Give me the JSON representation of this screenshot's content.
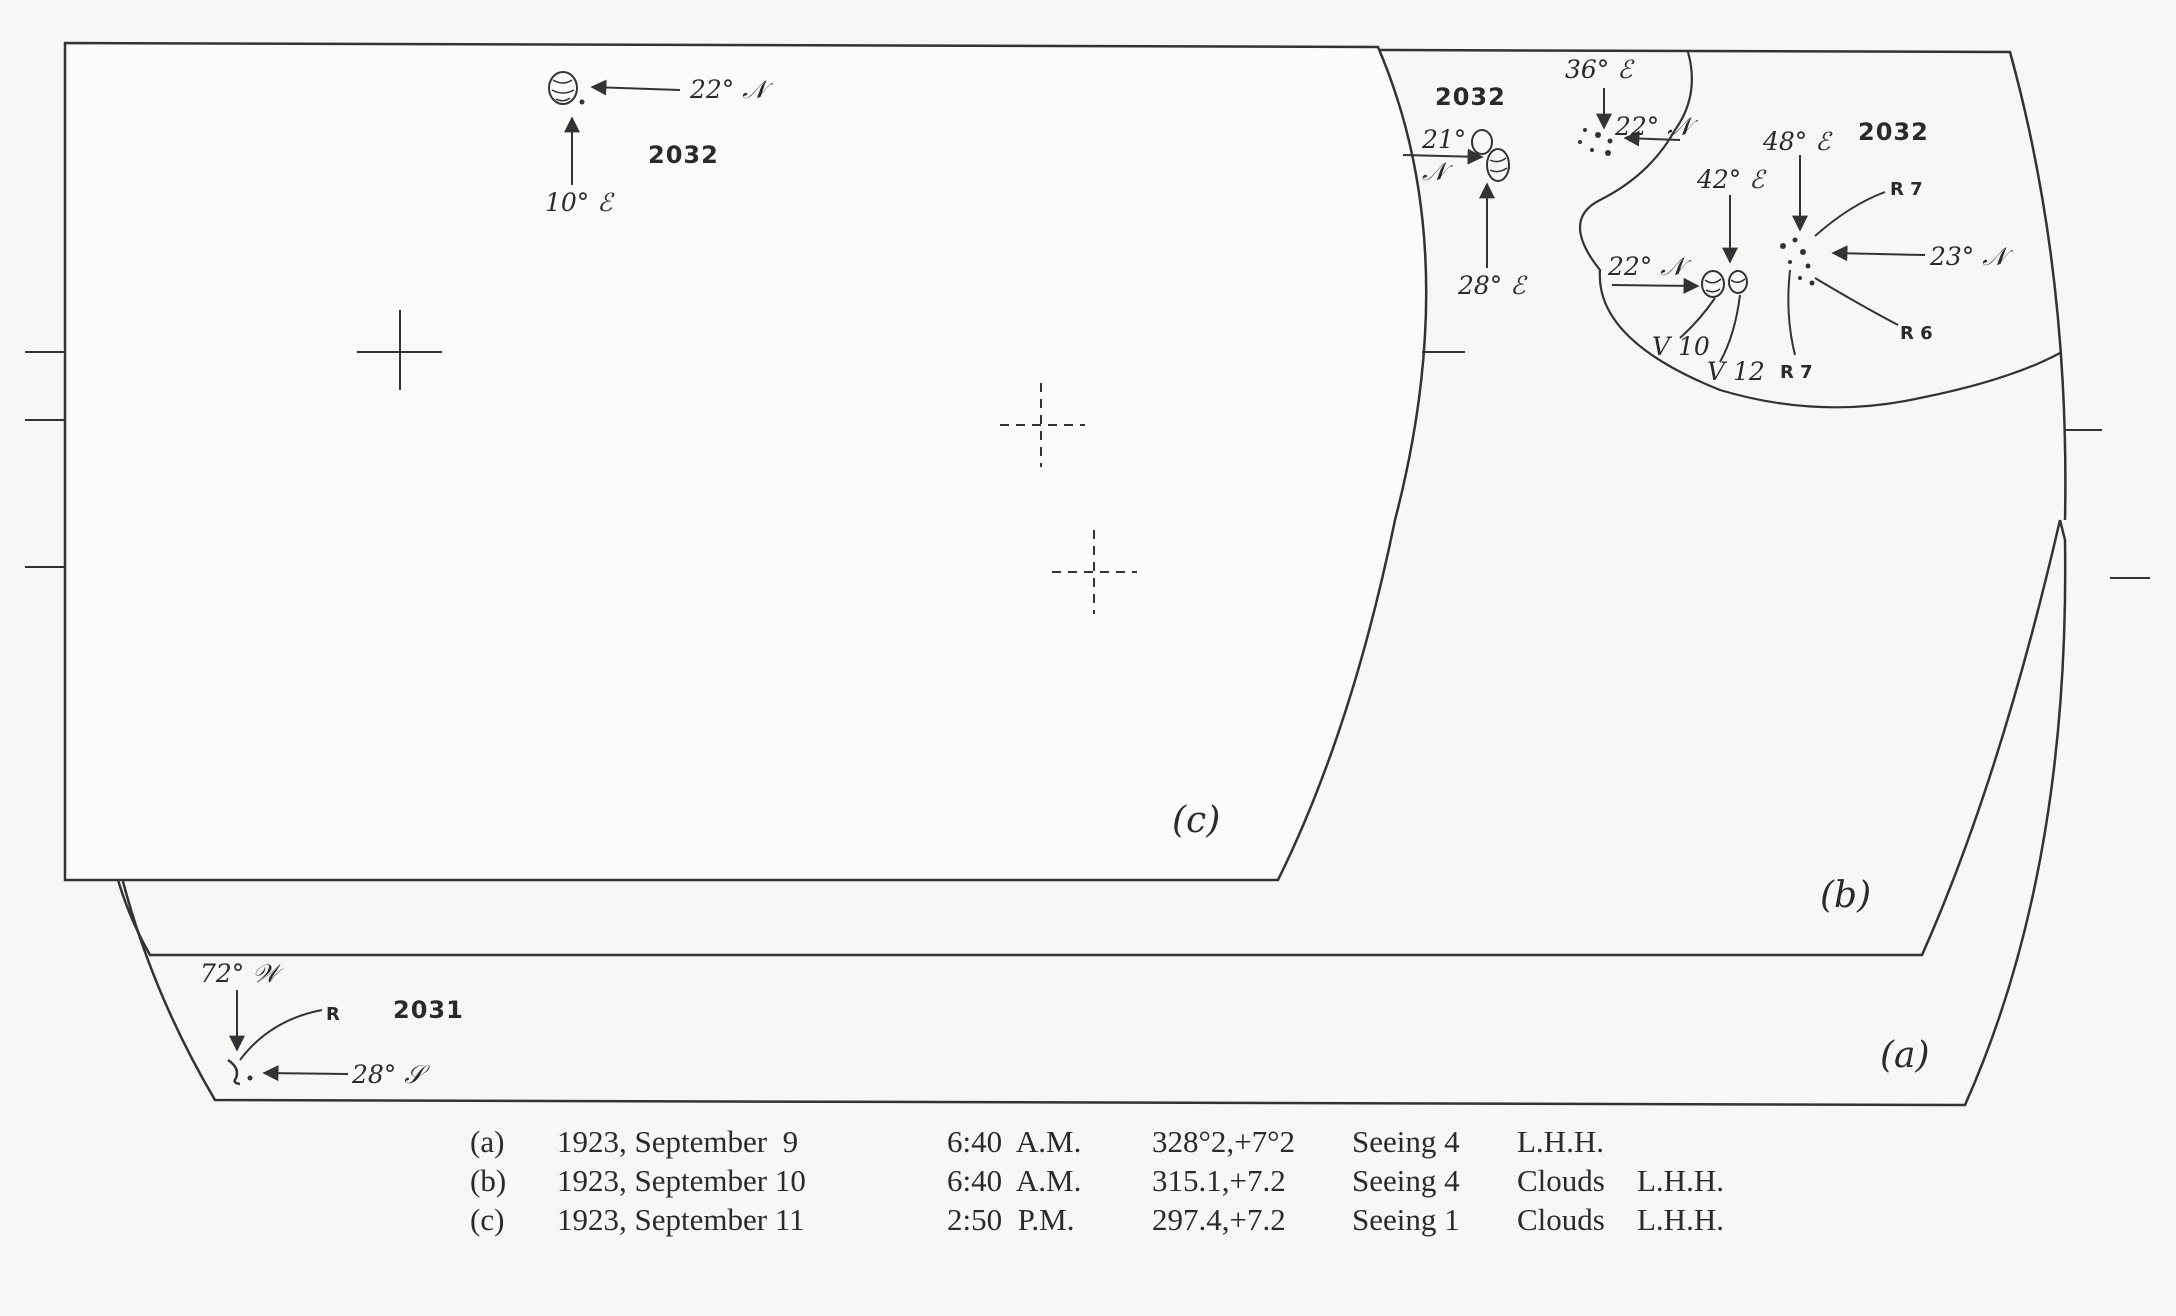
{
  "figure": {
    "panels": [
      {
        "id": "a",
        "label": "(a)"
      },
      {
        "id": "b",
        "label": "(b)"
      },
      {
        "id": "c",
        "label": "(c)"
      }
    ],
    "annotations": {
      "c_group_number": "2032",
      "c_lat": "22° 𝒩",
      "c_lon": "10° ℰ",
      "b_group_left": "2032",
      "b_lat_21_a": "21°",
      "b_lat_21_b": "𝒩",
      "b_lon_28": "28° ℰ",
      "b_lon_36": "36° ℰ",
      "b_lat_22_top": "22° 𝒩",
      "b_lon_42": "42° ℰ",
      "b_lon_48": "48° ℰ",
      "b_group_right": "2032",
      "b_r7_top": "R 7",
      "b_lat_23": "23° 𝒩",
      "b_lat_22_low": "22° 𝒩",
      "b_r6": "R 6",
      "b_v10": "V 10",
      "b_v12": "V 12",
      "b_r7_bottom": "R 7",
      "a_lon_72w": "72° 𝒲",
      "a_r": "R",
      "a_group_number": "2031",
      "a_lat_28s": "28° 𝒮"
    },
    "caption": [
      {
        "id": "(a)",
        "date": "1923, September  9",
        "time": "6:40  A.M.",
        "coords": "328°2,+7°2",
        "seeing": "Seeing 4",
        "clouds": "",
        "observer": "L.H.H."
      },
      {
        "id": "(b)",
        "date": "1923, September 10",
        "time": "6:40  A.M.",
        "coords": "315.1,+7.2",
        "seeing": "Seeing 4",
        "clouds": "Clouds",
        "observer": "L.H.H."
      },
      {
        "id": "(c)",
        "date": "1923, September 11",
        "time": "2:50  P.M.",
        "coords": "297.4,+7.2",
        "seeing": "Seeing 1",
        "clouds": "Clouds",
        "observer": "L.H.H."
      }
    ]
  }
}
